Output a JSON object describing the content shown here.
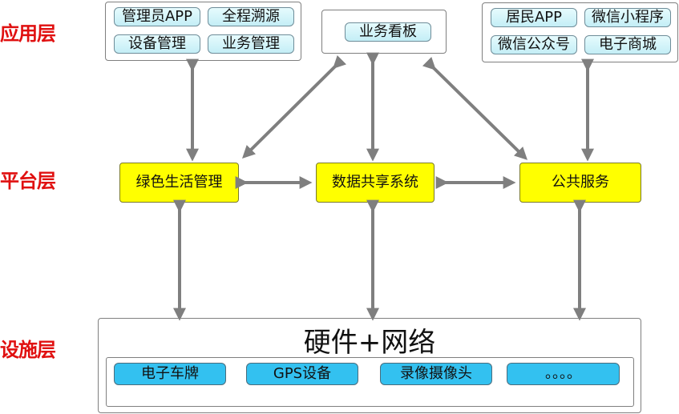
{
  "layers": {
    "application": "应用层",
    "platform": "平台层",
    "infrastructure": "设施层"
  },
  "app_left": [
    "管理员APP",
    "全程溯源",
    "设备管理",
    "业务管理"
  ],
  "app_center": [
    "业务看板"
  ],
  "app_right": [
    "居民APP",
    "微信小程序",
    "微信公众号",
    "电子商城"
  ],
  "platform": {
    "green_life": "绿色生活管理",
    "data_share": "数据共享系统",
    "public_service": "公共服务"
  },
  "hardware": {
    "title": "硬件+网络",
    "items": [
      "电子车牌",
      "GPS设备",
      "录像摄像头",
      "。。。。"
    ]
  },
  "colors": {
    "layer_label": "#e01010",
    "platform_box": "#ffff00",
    "hardware_item": "#33c1f0",
    "arrow": "#7f7f7f"
  }
}
